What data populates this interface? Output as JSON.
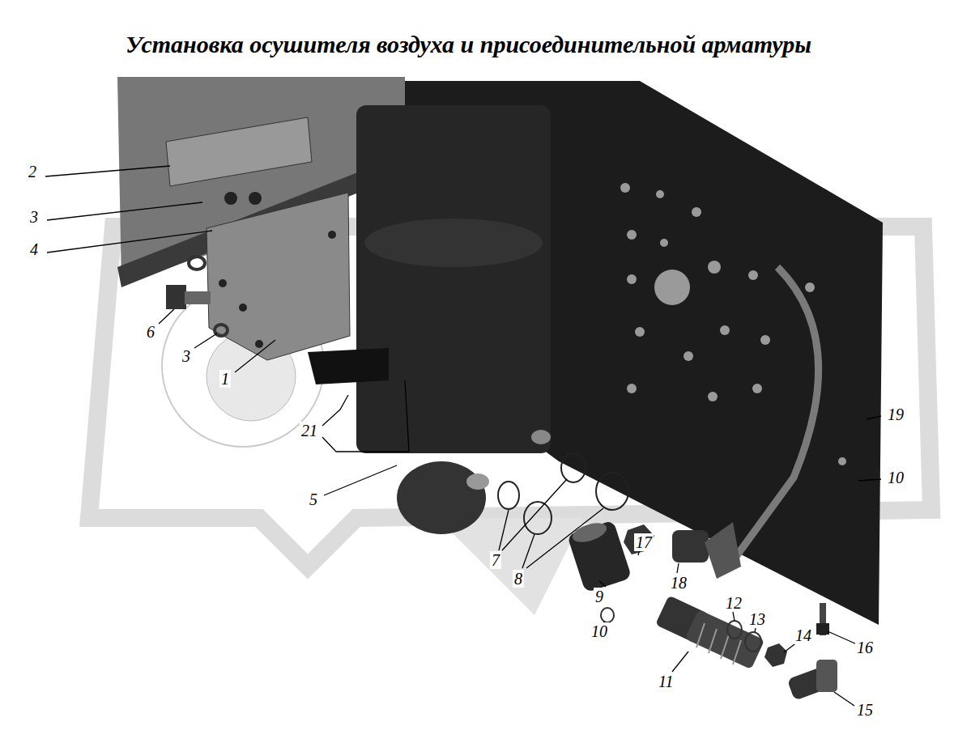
{
  "diagram": {
    "title": "Установка осушителя воздуха и присоединительной арматуры",
    "labels": [
      "2",
      "3",
      "4",
      "6",
      "3",
      "1",
      "21",
      "19",
      "10",
      "5",
      "17",
      "7",
      "8",
      "18",
      "9",
      "12",
      "10",
      "13",
      "14",
      "16",
      "11",
      "15"
    ]
  }
}
